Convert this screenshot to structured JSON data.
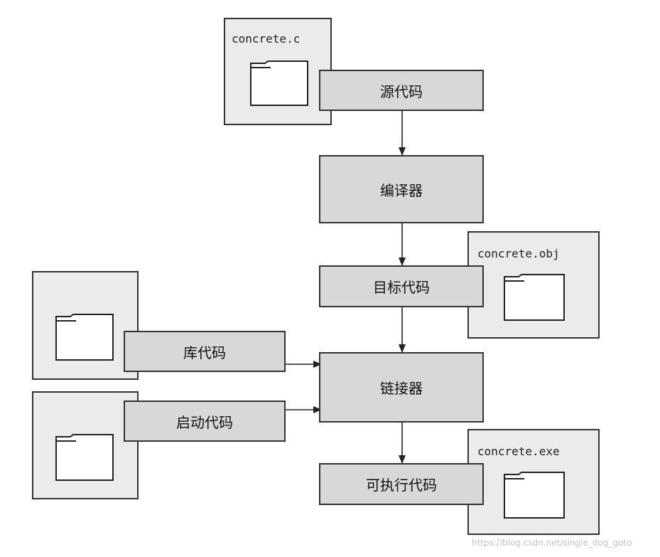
{
  "files": {
    "source": "concrete.c",
    "object": "concrete.obj",
    "executable": "concrete.exe"
  },
  "stages": {
    "source_code": "源代码",
    "compiler": "编译器",
    "object_code": "目标代码",
    "library_code": "库代码",
    "startup_code": "启动代码",
    "linker": "链接器",
    "executable_code": "可执行代码"
  },
  "watermark": "https://blog.csdn.net/single_dog_goto",
  "icons": {
    "file": "folder-icon",
    "arrow": "arrow-down"
  }
}
